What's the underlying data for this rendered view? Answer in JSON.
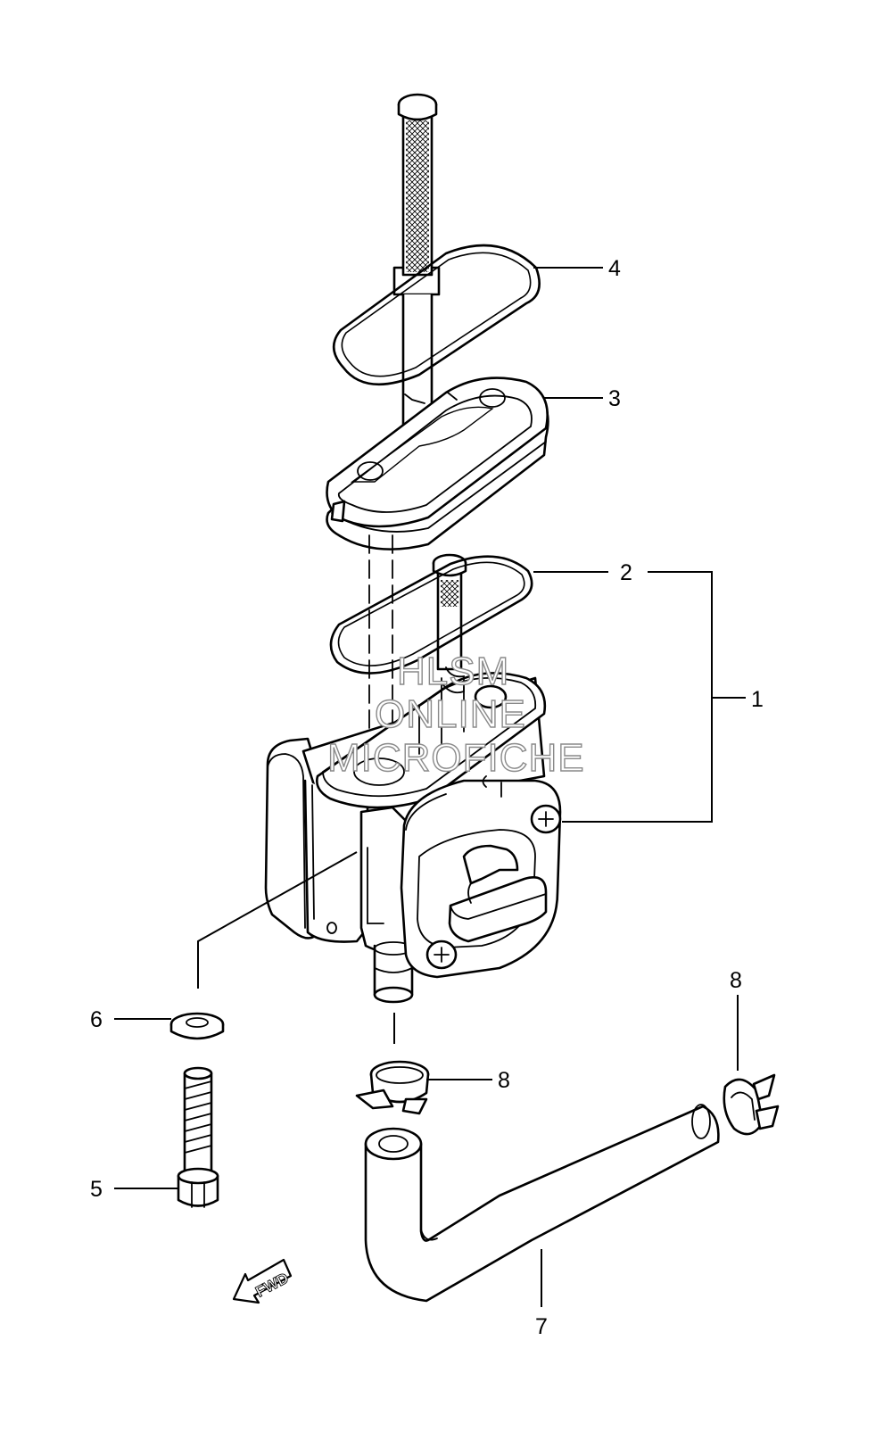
{
  "diagram": {
    "callouts": [
      {
        "id": "c1",
        "label": "1"
      },
      {
        "id": "c2",
        "label": "2"
      },
      {
        "id": "c3",
        "label": "3"
      },
      {
        "id": "c4",
        "label": "4"
      },
      {
        "id": "c5",
        "label": "5"
      },
      {
        "id": "c6",
        "label": "6"
      },
      {
        "id": "c7",
        "label": "7"
      },
      {
        "id": "c8a",
        "label": "8"
      },
      {
        "id": "c8b",
        "label": "8"
      }
    ],
    "watermark": {
      "line1": "HLSM",
      "line2": "ONLINE",
      "line3": "MICROFICHE"
    },
    "direction_marker": {
      "label": "FWD"
    }
  }
}
